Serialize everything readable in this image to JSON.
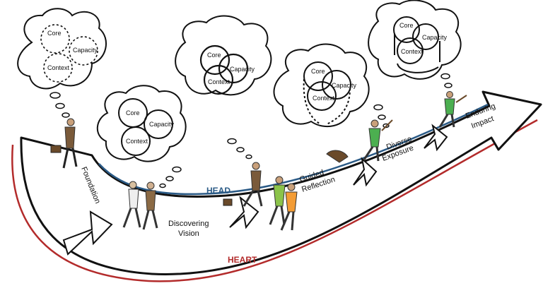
{
  "stages": [
    "Foundation",
    "Discovering Vision",
    "Guided Reflection",
    "Diverse Exposure",
    "Enduring Impact"
  ],
  "stage_lines": {
    "discovering": [
      "Discovering",
      "Vision"
    ],
    "guided": [
      "Guided",
      "Reflection"
    ],
    "diverse": [
      "Diverse",
      "Exposure"
    ],
    "enduring": [
      "Enduring",
      "Impact"
    ]
  },
  "tracks": {
    "head": "HEAD",
    "heart": "HEART"
  },
  "venn": {
    "core": "Core",
    "capacity": "Capacity",
    "context": "Context"
  },
  "colors": {
    "head": "#2a5a86",
    "heart": "#b32b2b"
  }
}
